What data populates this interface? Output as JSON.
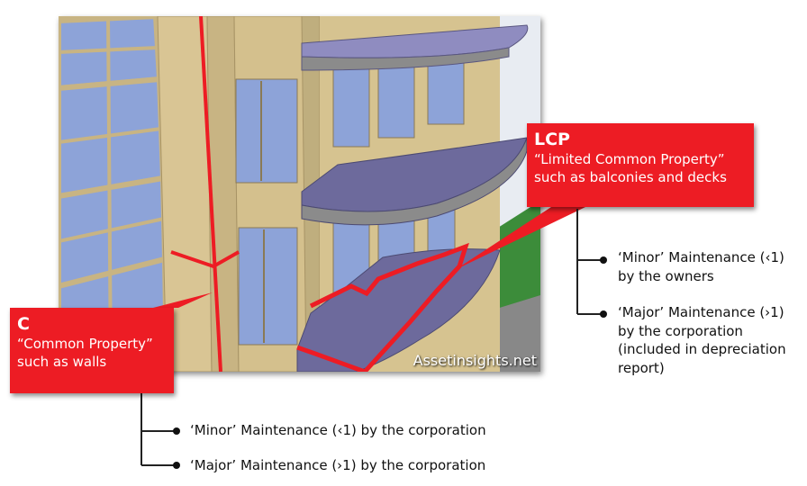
{
  "watermark": "Assetinsights.net",
  "lcp": {
    "code": "LCP",
    "name": "“Limited Common Property”",
    "example": "such as balconies and decks",
    "minor": {
      "line1": "‘Minor’ Maintenance (‹1)",
      "line2": "by the owners"
    },
    "major": {
      "line1": "‘Major’ Maintenance (›1)",
      "line2": "by the corporation",
      "line3": "(included in depreciation",
      "line4": "report)"
    }
  },
  "cp": {
    "code": "C",
    "name": "“Common Property”",
    "example": "such as walls",
    "minor": "‘Minor’ Maintenance (‹1)  by the corporation",
    "major": "‘Major’ Maintenance (›1) by the corporation"
  },
  "colors": {
    "callout": "#ed1c24",
    "outline": "#ed1c24",
    "building": "#d4c08d",
    "glass": "#8da3d8",
    "balcony": "#6d6a9c"
  }
}
